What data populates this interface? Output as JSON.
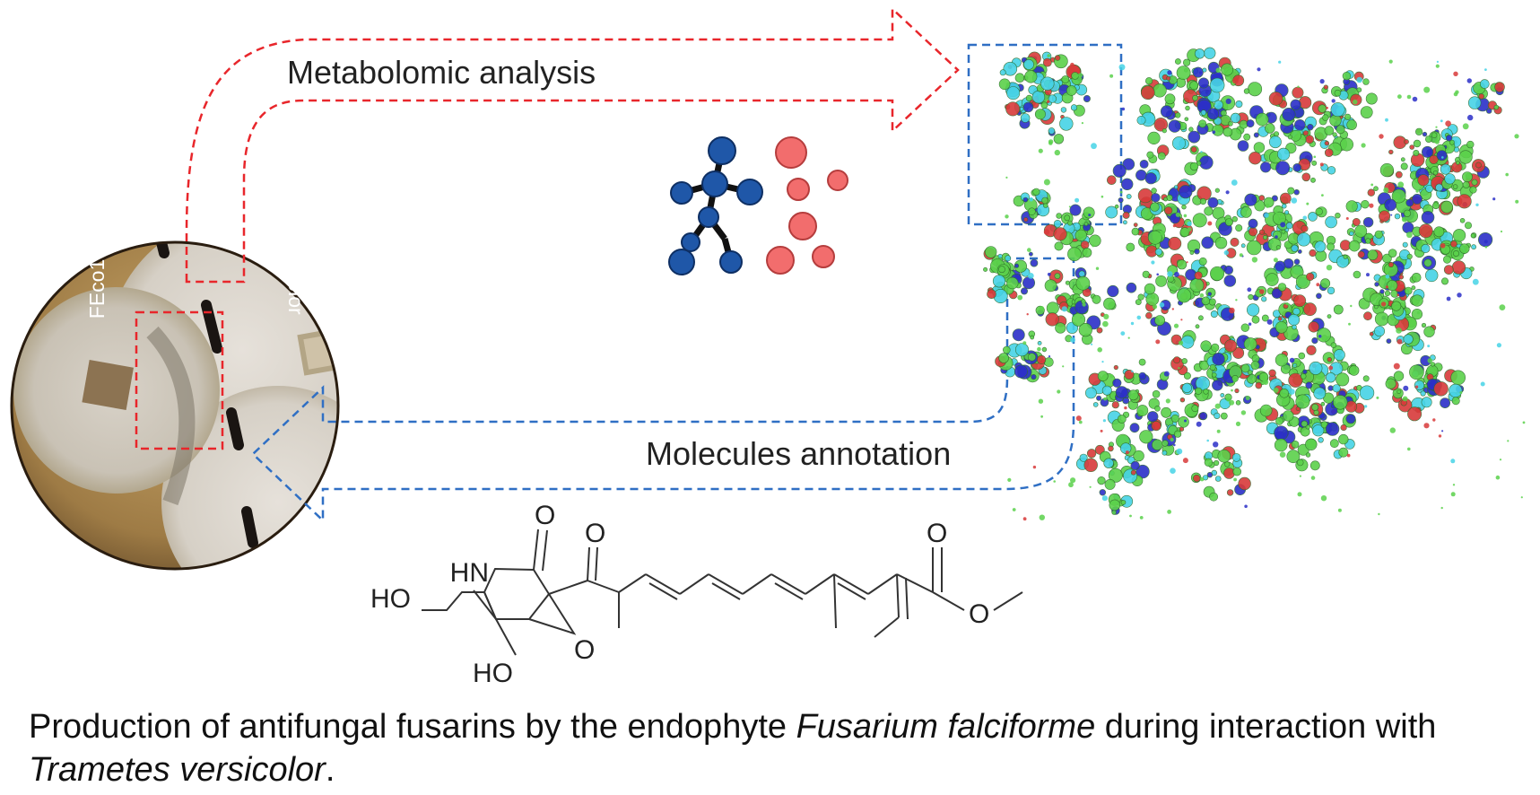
{
  "labels": {
    "metabolomic": "Metabolomic analysis",
    "annotation": "Molecules annotation",
    "strain_left": "FEco1",
    "strain_right": "T. Versicolor"
  },
  "molecule_atoms": {
    "HO_top": "HO",
    "HN": "HN",
    "O_lactam": "O",
    "O_ketone": "O",
    "O_epoxide": "O",
    "HO_bottom": "HO",
    "O_ester_carbonyl": "O",
    "O_ester": "O"
  },
  "caption": {
    "part1": "Production of antifungal fusarins by the endophyte ",
    "italic1": "Fusarium falciforme",
    "part2": " during interaction with ",
    "italic2": "Trametes versicolor",
    "part3": "."
  },
  "colors": {
    "red_dash": "#e8262b",
    "blue_dash": "#2f6fc4",
    "network_blue": "#1f57a8",
    "network_red": "#f26d6d",
    "cluster_green": "#5bd14b",
    "cluster_cyan": "#47d3e6",
    "cluster_navy": "#2b2fc8",
    "cluster_red": "#d83a3a"
  }
}
